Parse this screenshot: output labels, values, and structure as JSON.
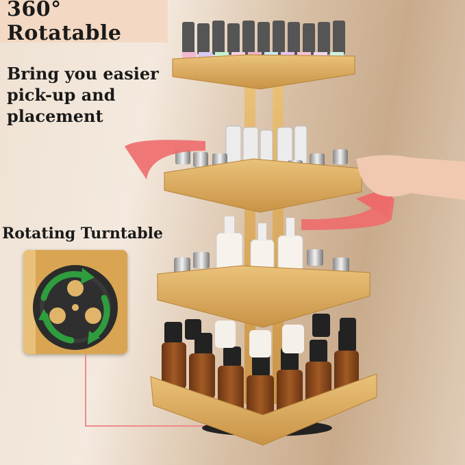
{
  "title": "360° Rotatable",
  "subtitle_line1": "Bring you easier",
  "subtitle_line2": "pick-up and placement",
  "turntable_label": "Rotating Turntable",
  "colors": {
    "wood": "#e0b56a",
    "wood_dark": "#b78338",
    "arrow_red": "#ee6b6b",
    "arrow_green": "#2f9d3e",
    "amber_bottle": "#8a4a1c",
    "badge": "#f3d9c3"
  },
  "icons": [
    "rotation-arrow-icon",
    "recycle-arrows-icon",
    "turntable-bearing-icon"
  ]
}
